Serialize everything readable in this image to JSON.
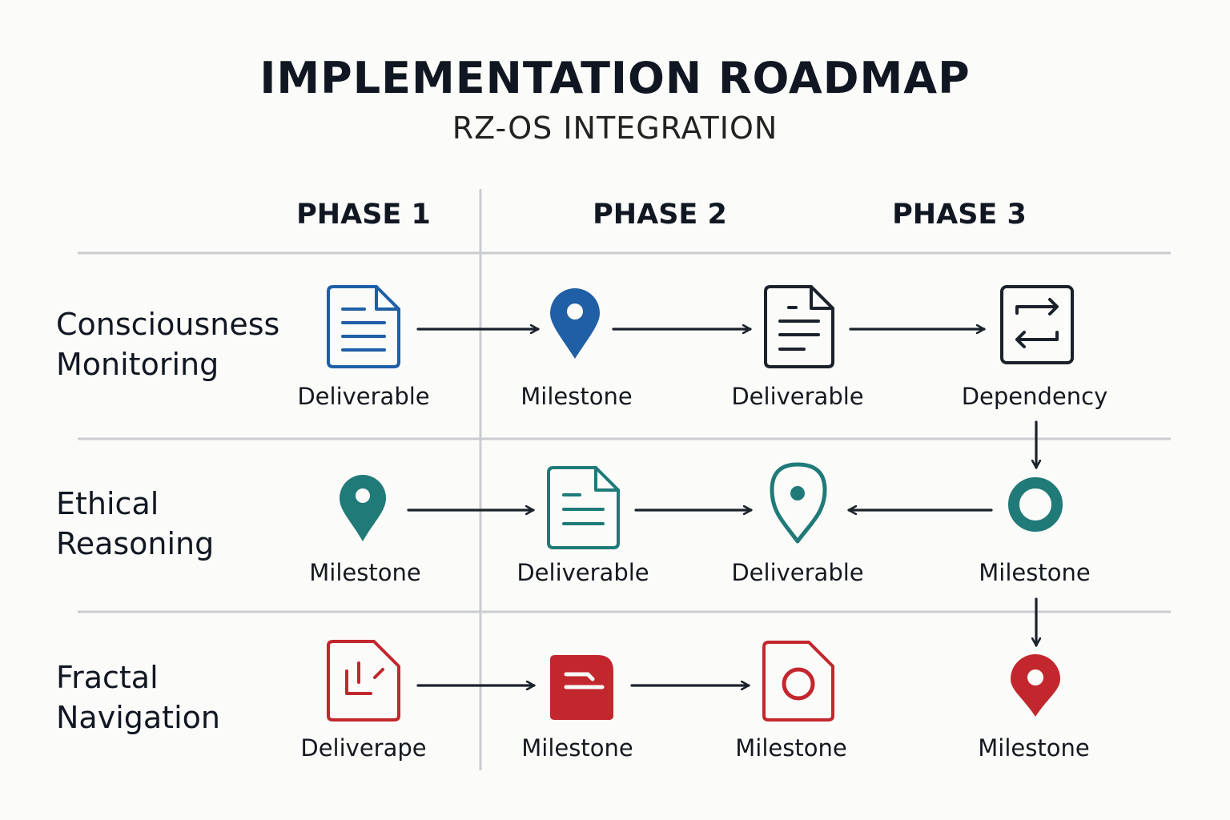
{
  "title": "IMPLEMENTATION ROADMAP",
  "subtitle": "RZ-OS INTEGRATION",
  "phases": [
    "PHASE 1",
    "PHASE 2",
    "PHASE 3"
  ],
  "rows": [
    {
      "label_lines": [
        "Consciousness",
        "Monitoring"
      ],
      "color": "#1f5fa6",
      "items": [
        {
          "icon": "document-lines-icon",
          "label": "Deliverable"
        },
        {
          "icon": "map-pin-icon",
          "label": "Milestone"
        },
        {
          "icon": "document-lines-icon",
          "label": "Deliverable"
        },
        {
          "icon": "swap-arrows-icon",
          "label": "Dependency"
        }
      ]
    },
    {
      "label_lines": [
        "Ethical",
        "Reasoning"
      ],
      "color": "#1f7a78",
      "items": [
        {
          "icon": "map-pin-icon",
          "label": "Milestone"
        },
        {
          "icon": "document-lines-icon",
          "label": "Deliverable"
        },
        {
          "icon": "map-pin-outline-icon",
          "label": "Deliverable"
        },
        {
          "icon": "ring-icon",
          "label": "Milestone"
        }
      ]
    },
    {
      "label_lines": [
        "Fractal",
        "Navigation"
      ],
      "color": "#c2272d",
      "items": [
        {
          "icon": "document-chart-icon",
          "label": "Deliverape"
        },
        {
          "icon": "document-filled-icon",
          "label": "Milestone"
        },
        {
          "icon": "document-circle-icon",
          "label": "Milestone"
        },
        {
          "icon": "map-pin-icon",
          "label": "Milestone"
        }
      ]
    }
  ],
  "colors": {
    "dark_icon": "#1c222b",
    "arrow": "#1c222b",
    "grid": "#c9ccd0"
  }
}
